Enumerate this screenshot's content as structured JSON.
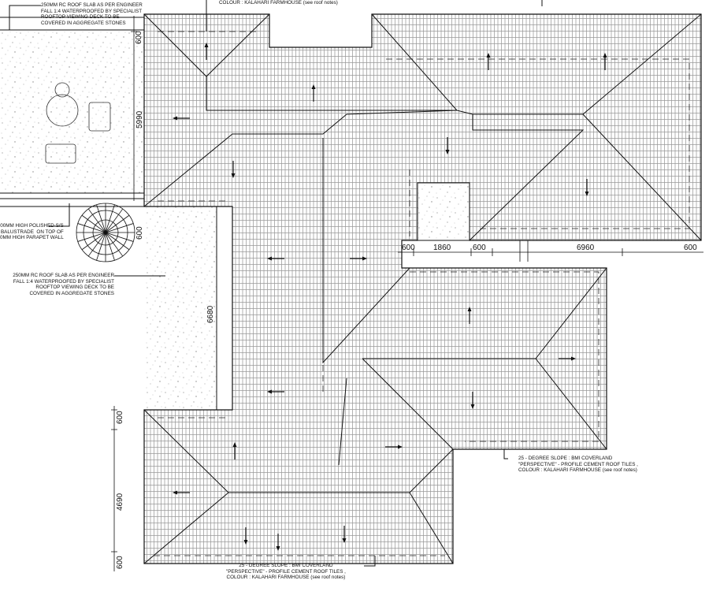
{
  "notes": {
    "top_left_deck": [
      "250mm RC ROOF SLAB AS PER ENGINEER",
      "FALL 1:4 WATERPROOFED BY SPECIALIST",
      "ROOFTOP VIEWING DECK TO BE",
      "COVERED IN AGGREGATE STONES"
    ],
    "top_roof_colour": "COLOUR : KALAHARI FARMHOUSE (see roof notes)",
    "balustrade": [
      "00mm HIGH POLISHED S/S",
      "BALUSTRADE  ON TOP OF",
      "0mm HIGH PARAPET WALL"
    ],
    "mid_left_deck": [
      "250mm RC ROOF SLAB AS PER ENGINEER",
      "FALL 1:4 WATERPROOFED BY SPECIALIST",
      "ROOFTOP VIEWING DECK TO BE",
      "COVERED IN AGGREGATE STONES"
    ],
    "right_roof_spec": [
      "25 - DEGREE SLOPE : BMI COVERLAND",
      "\"PERSPECTIVE\" - PROFILE CEMENT ROOF TILES ,",
      "COLOUR : KALAHARI FARMHOUSE (see roof notes)"
    ],
    "bottom_roof_spec": [
      "25 - DEGREE SLOPE : BMI COVERLAND",
      "\"PERSPECTIVE\" - PROFILE CEMENT ROOF TILES ,",
      "COLOUR : KALAHARI FARMHOUSE (see roof notes)"
    ]
  },
  "dimensions": {
    "top_left_600": "600",
    "deck_5990": "5990",
    "stair_600": "600",
    "deck_6680": "6680",
    "bottom_600_a": "600",
    "bottom_4690": "4690",
    "bottom_600_b": "600",
    "h_600_a": "600",
    "h_1860": "1860",
    "h_600_b": "600",
    "h_6960": "6960",
    "h_600_c": "600"
  },
  "colors": {
    "line": "#111111",
    "tile": "#555555",
    "stone": "#999999"
  }
}
